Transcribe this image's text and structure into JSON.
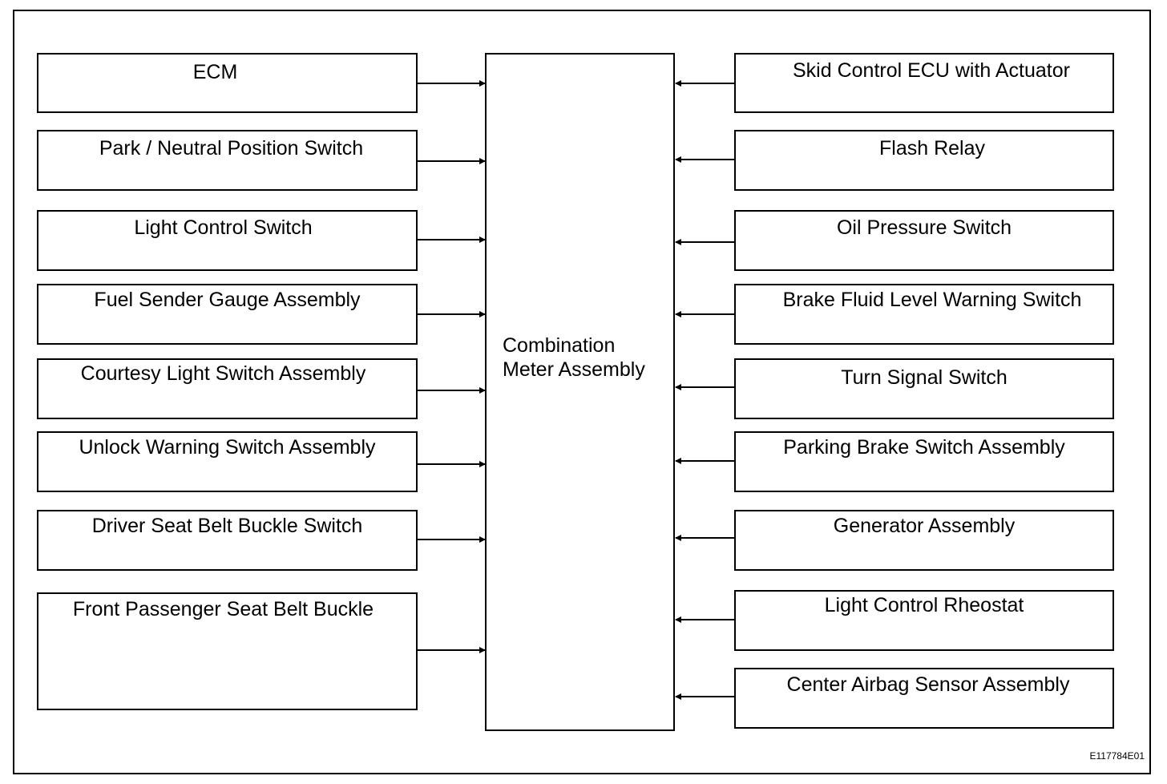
{
  "diagram": {
    "center": "Combination\nMeter Assembly",
    "left": [
      "ECM",
      "Park / Neutral Position Switch",
      "Light Control Switch",
      "Fuel Sender Gauge Assembly",
      "Courtesy Light Switch Assembly",
      "Unlock Warning Switch Assembly",
      "Driver Seat Belt Buckle Switch",
      "Front Passenger Seat Belt Buckle"
    ],
    "right": [
      "Skid Control ECU with Actuator",
      "Flash Relay",
      "Oil Pressure Switch",
      "Brake Fluid Level Warning Switch",
      "Turn Signal Switch",
      "Parking Brake Switch Assembly",
      "Generator Assembly",
      "Light Control Rheostat",
      "Center Airbag Sensor Assembly"
    ],
    "code": "E117784E01"
  }
}
